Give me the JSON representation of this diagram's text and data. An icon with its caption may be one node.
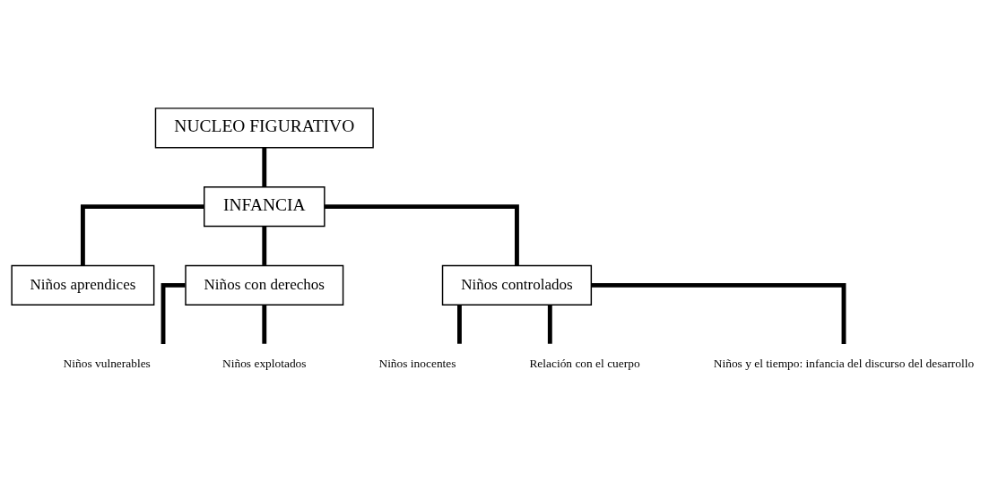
{
  "diagram": {
    "nodes": [
      {
        "text": [
          "NUCLEO FIGURATIVO"
        ]
      },
      {
        "text": [
          "INFANCIA"
        ]
      },
      {
        "text": [
          "Niños aprendices"
        ]
      },
      {
        "text": [
          "Niños con derechos"
        ]
      },
      {
        "text": [
          "Niños controlados"
        ]
      },
      {
        "text": [
          "Niños vulnerables"
        ]
      },
      {
        "text": [
          "Niños explotados"
        ]
      },
      {
        "text": [
          "Niños inocentes"
        ]
      },
      {
        "text": [
          "Relación con el cuerpo"
        ]
      },
      {
        "text": [
          "Niños y el tiempo: infancia del discurso del desarrollo"
        ]
      }
    ],
    "edges": [
      {
        "from": 0,
        "to": 1,
        "arrow": "none"
      },
      {
        "from": 1,
        "to": 2,
        "arrow": "none"
      },
      {
        "from": 1,
        "to": 3,
        "arrow": "none"
      },
      {
        "from": 1,
        "to": 4,
        "arrow": "none"
      },
      {
        "from": 3,
        "to": 5,
        "arrow": "none"
      },
      {
        "from": 3,
        "to": 6,
        "arrow": "none"
      },
      {
        "from": 4,
        "to": 7,
        "arrow": "none"
      },
      {
        "from": 4,
        "to": 8,
        "arrow": "none"
      },
      {
        "from": 4,
        "to": 9,
        "arrow": "none"
      }
    ]
  }
}
